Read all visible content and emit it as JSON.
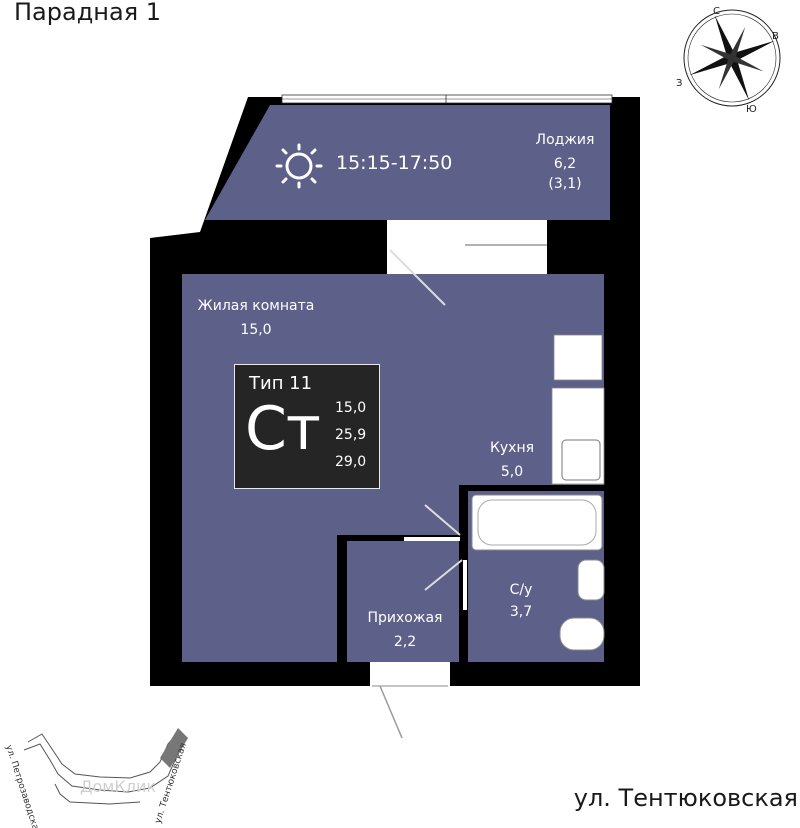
{
  "header": {
    "entrance": "Парадная 1"
  },
  "footer": {
    "street": "ул. Тентюковская"
  },
  "loggia": {
    "name": "Лоджия",
    "area": "6,2",
    "area_reduced": "(3,1)",
    "sun_time": "15:15-17:50"
  },
  "rooms": {
    "living": {
      "name": "Жилая комната",
      "area": "15,0"
    },
    "kitchen": {
      "name": "Кухня",
      "area": "5,0"
    },
    "bathroom": {
      "name": "С/у",
      "area": "3,7"
    },
    "hall": {
      "name": "Прихожая",
      "area": "2,2"
    }
  },
  "badge": {
    "type": "Тип 11",
    "code": "Ст",
    "living_area": "15,0",
    "area_total": "25,9",
    "area_with_loggia": "29,0"
  },
  "compass": {
    "n": "С",
    "e": "В",
    "s": "Ю",
    "w": "З"
  },
  "site_plan": {
    "street_left": "ул. Петрозаводская",
    "street_right": "ул. Тентюковская",
    "watermark": "ДомКлик"
  },
  "colors": {
    "floor": "#5d6189",
    "wall": "#000000",
    "badge": "#252525"
  }
}
